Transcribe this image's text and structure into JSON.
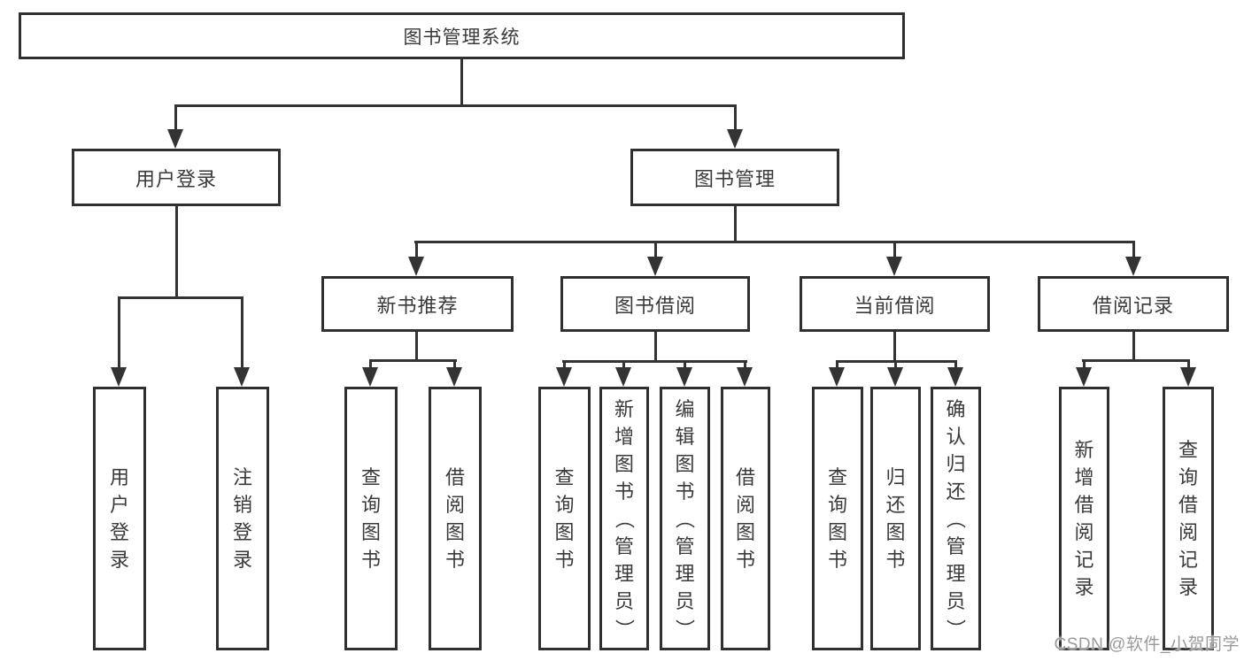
{
  "diagram": {
    "root": {
      "label": "图书管理系统"
    },
    "branches": [
      {
        "label": "用户登录",
        "children": [
          {
            "label": "用户登录"
          },
          {
            "label": "注销登录"
          }
        ]
      },
      {
        "label": "图书管理",
        "children": [
          {
            "label": "新书推荐",
            "children": [
              {
                "label": "查询图书"
              },
              {
                "label": "借阅图书"
              }
            ]
          },
          {
            "label": "图书借阅",
            "children": [
              {
                "label": "查询图书"
              },
              {
                "label": "新增图书（管理员）"
              },
              {
                "label": "编辑图书（管理员）"
              },
              {
                "label": "借阅图书"
              }
            ]
          },
          {
            "label": "当前借阅",
            "children": [
              {
                "label": "查询图书"
              },
              {
                "label": "归还图书"
              },
              {
                "label": "确认归还（管理员）"
              }
            ]
          },
          {
            "label": "借阅记录",
            "children": [
              {
                "label": "新增借阅记录"
              },
              {
                "label": "查询借阅记录"
              }
            ]
          }
        ]
      }
    ]
  },
  "watermark": {
    "text": "CSDN @软件_小贺同学"
  },
  "colors": {
    "line": "#333333",
    "border": "#303030",
    "text": "#3a3a3a",
    "background": "#ffffff",
    "watermark": "#9a9a9a"
  }
}
